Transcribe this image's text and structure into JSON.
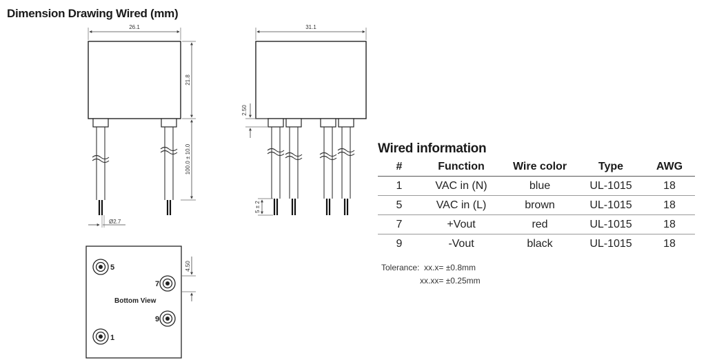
{
  "heading": "Dimension Drawing Wired (mm)",
  "dimensions": {
    "side_width": "26.1",
    "front_width": "31.1",
    "body_height": "21.8",
    "wire_length": "100.0 ± 10.0",
    "pin_offset": "2.50",
    "strip_length": "5 ± 2",
    "wire_diameter": "Ø2.7",
    "pin_spacing": "4.50"
  },
  "bottom_view": {
    "label": "Bottom View",
    "pins": [
      "5",
      "7",
      "9",
      "1"
    ]
  },
  "wired_info": {
    "title": "Wired information",
    "headers": [
      "#",
      "Function",
      "Wire color",
      "Type",
      "AWG"
    ],
    "rows": [
      [
        "1",
        "VAC in (N)",
        "blue",
        "UL-1015",
        "18"
      ],
      [
        "5",
        "VAC in (L)",
        "brown",
        "UL-1015",
        "18"
      ],
      [
        "7",
        "+Vout",
        "red",
        "UL-1015",
        "18"
      ],
      [
        "9",
        "-Vout",
        "black",
        "UL-1015",
        "18"
      ]
    ]
  },
  "tolerance": {
    "label": "Tolerance:",
    "line1": "xx.x= ±0.8mm",
    "line2": "xx.xx= ±0.25mm"
  }
}
